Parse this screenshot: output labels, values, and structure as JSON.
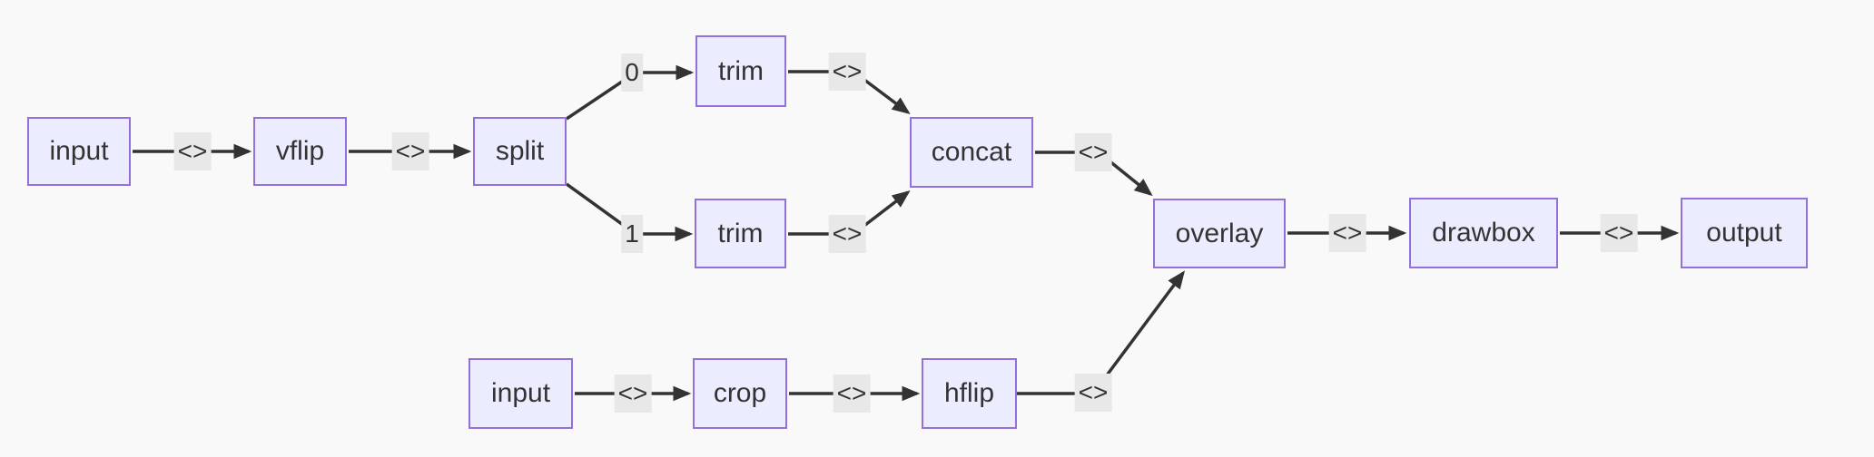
{
  "diagram": {
    "type": "flowchart-left-to-right",
    "description": "filter graph pipeline",
    "colors": {
      "background": "#f9f9f9",
      "node_fill": "#ececff",
      "node_border": "#9370db",
      "edge": "#333333",
      "edge_label_bg": "#e8e8e8",
      "text": "#333333"
    },
    "nodes": [
      {
        "id": "input-1",
        "label": "input"
      },
      {
        "id": "vflip",
        "label": "vflip"
      },
      {
        "id": "split",
        "label": "split"
      },
      {
        "id": "trim-0",
        "label": "trim"
      },
      {
        "id": "trim-1",
        "label": "trim"
      },
      {
        "id": "concat",
        "label": "concat"
      },
      {
        "id": "overlay",
        "label": "overlay"
      },
      {
        "id": "drawbox",
        "label": "drawbox"
      },
      {
        "id": "output",
        "label": "output"
      },
      {
        "id": "input-2",
        "label": "input"
      },
      {
        "id": "crop",
        "label": "crop"
      },
      {
        "id": "hflip",
        "label": "hflip"
      }
    ],
    "edges": [
      {
        "from": "input-1",
        "to": "vflip",
        "label": "<>"
      },
      {
        "from": "vflip",
        "to": "split",
        "label": "<>"
      },
      {
        "from": "split",
        "to": "trim-0",
        "label": "0"
      },
      {
        "from": "trim-0",
        "to": "concat",
        "label": "<>"
      },
      {
        "from": "split",
        "to": "trim-1",
        "label": "1"
      },
      {
        "from": "trim-1",
        "to": "concat",
        "label": "<>"
      },
      {
        "from": "concat",
        "to": "overlay",
        "label": "<>"
      },
      {
        "from": "overlay",
        "to": "drawbox",
        "label": "<>"
      },
      {
        "from": "drawbox",
        "to": "output",
        "label": "<>"
      },
      {
        "from": "input-2",
        "to": "crop",
        "label": "<>"
      },
      {
        "from": "crop",
        "to": "hflip",
        "label": "<>"
      },
      {
        "from": "hflip",
        "to": "overlay",
        "label": "<>"
      }
    ]
  }
}
